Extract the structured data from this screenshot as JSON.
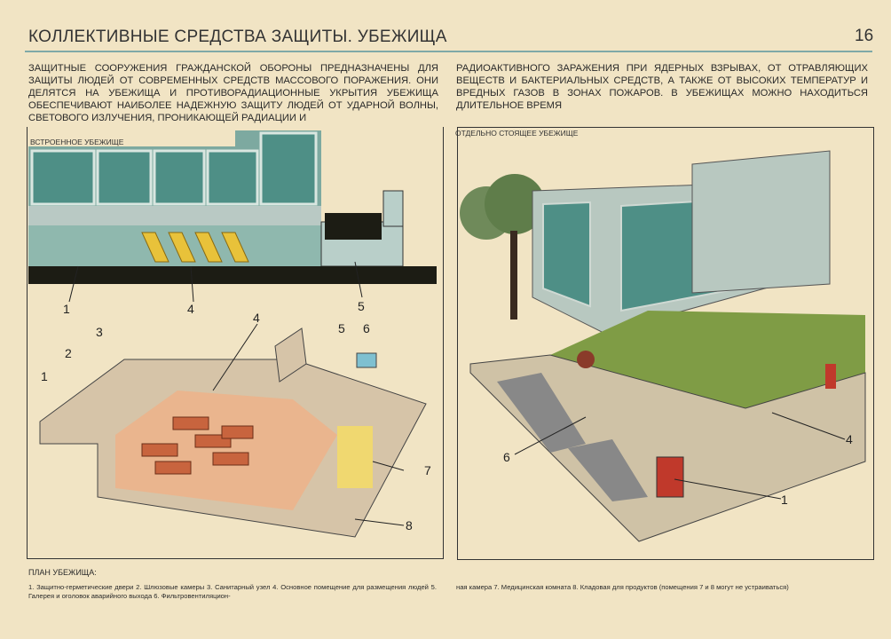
{
  "header": {
    "title": "КОЛЛЕКТИВНЫЕ СРЕДСТВА ЗАЩИТЫ. УБЕЖИЩА",
    "page_number": "16"
  },
  "intro": {
    "left": "Защитные сооружения гражданской обороны предназначены для защиты людей от современных средств массового поражения. Они делятся на убежища и противорадиационные укрытия Убежища обеспечивают наиболее надежную защиту людей от ударной волны, светового излучения, проникающей радиации и",
    "right": "радиоактивного заражения при ядерных взрывах, от отравляющих веществ и бактериальных средств, а также от высоких температур и вредных газов в зонах пожаров. В убежищах можно находиться длительное время"
  },
  "panels": {
    "left_caption": "ВСТРОЕННОЕ УБЕЖИЩЕ",
    "right_caption": "ОТДЕЛЬНО СТОЯЩЕЕ УБЕЖИЩЕ"
  },
  "callouts": {
    "left": [
      "1",
      "4",
      "5",
      "4",
      "5",
      "6",
      "3",
      "2",
      "1",
      "7",
      "8"
    ],
    "right": [
      "6",
      "4",
      "1"
    ]
  },
  "plan": {
    "title": "ПЛАН УБЕЖИЩА:",
    "legend_left": "1. Защитно-герметические двери 2. Шлюзовые камеры 3. Санитарный узел 4. Основное помещение для размещения людей 5. Галерея и оголовок аварийного выхода 6. Фильтровентиляцион-",
    "legend_right": "ная камера 7. Медицинская комната 8. Кладовая для продуктов (помещения 7 и 8 могут не устраиваться)"
  },
  "colors": {
    "background": "#f1e4c4",
    "rule": "#7fa9a8",
    "glass": "#4e8f86",
    "grass": "#7f9c45",
    "floor": "#e9b48c",
    "furniture": "#c8643e"
  }
}
